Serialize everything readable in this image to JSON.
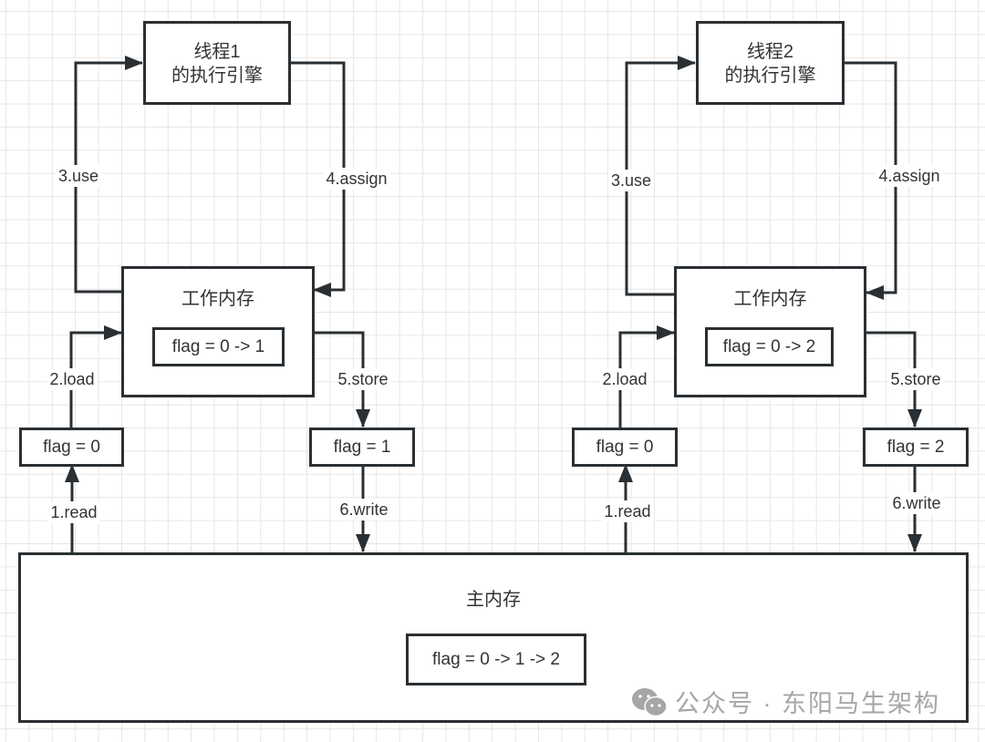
{
  "diagram": {
    "title": "JMM thread working memory and main memory interaction",
    "threads": [
      {
        "engine_line1": "线程1",
        "engine_line2": "的执行引擎",
        "working_memory_title": "工作内存",
        "working_memory_value": "flag = 0 -> 1",
        "read_copy_value": "flag = 0",
        "store_copy_value": "flag = 1",
        "edges": {
          "read": "1.read",
          "load": "2.load",
          "use": "3.use",
          "assign": "4.assign",
          "store": "5.store",
          "write": "6.write"
        }
      },
      {
        "engine_line1": "线程2",
        "engine_line2": "的执行引擎",
        "working_memory_title": "工作内存",
        "working_memory_value": "flag = 0 -> 2",
        "read_copy_value": "flag = 0",
        "store_copy_value": "flag = 2",
        "edges": {
          "read": "1.read",
          "load": "2.load",
          "use": "3.use",
          "assign": "4.assign",
          "store": "5.store",
          "write": "6.write"
        }
      }
    ],
    "main_memory": {
      "title": "主内存",
      "value": "flag = 0 -> 1 -> 2"
    },
    "colors": {
      "stroke": "#2a2f33",
      "text": "#333333",
      "grid": "#e6e6e6",
      "watermark": "#a6a6a6"
    }
  },
  "watermark": {
    "icon": "wechat-icon",
    "text": "公众号 · 东阳马生架构"
  }
}
